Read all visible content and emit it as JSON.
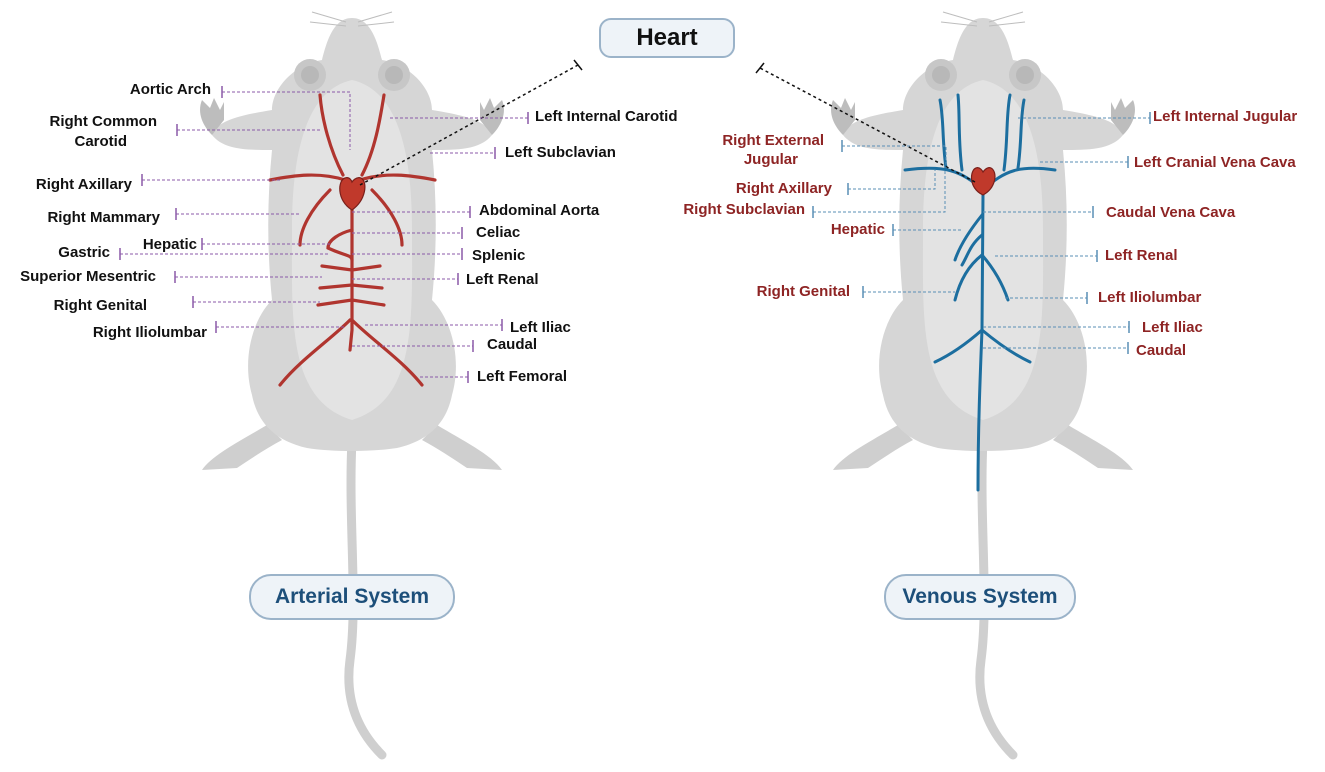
{
  "heart_title": "Heart",
  "arterial_title": "Arterial System",
  "venous_title": "Venous System",
  "colors": {
    "artery": "#b0352f",
    "vein": "#1c6e9f",
    "artery_leader": "#8b5aa8",
    "vein_leader": "#5a8fb5",
    "mouse_body": "#d6d6d6",
    "venous_label": "#8e2424"
  },
  "arterial_labels": [
    "Aortic Arch",
    "Right Common",
    "Carotid",
    "Right Axillary",
    "Right Mammary",
    "Gastric",
    "Hepatic",
    "Superior Mesentric",
    "Right Genital",
    "Right Iliolumbar",
    "Left Internal Carotid",
    "Left Subclavian",
    "Abdominal Aorta",
    "Celiac",
    "Splenic",
    "Left Renal",
    "Left Iliac",
    "Caudal",
    "Left Femoral"
  ],
  "venous_labels": [
    "Right External",
    "Jugular",
    "Right Axillary",
    "Right Subclavian",
    "Hepatic",
    "Right Genital",
    "Left Internal Jugular",
    "Left Cranial Vena Cava",
    "Caudal Vena Cava",
    "Left Renal",
    "Left Iliolumbar",
    "Left Iliac",
    "Caudal"
  ]
}
